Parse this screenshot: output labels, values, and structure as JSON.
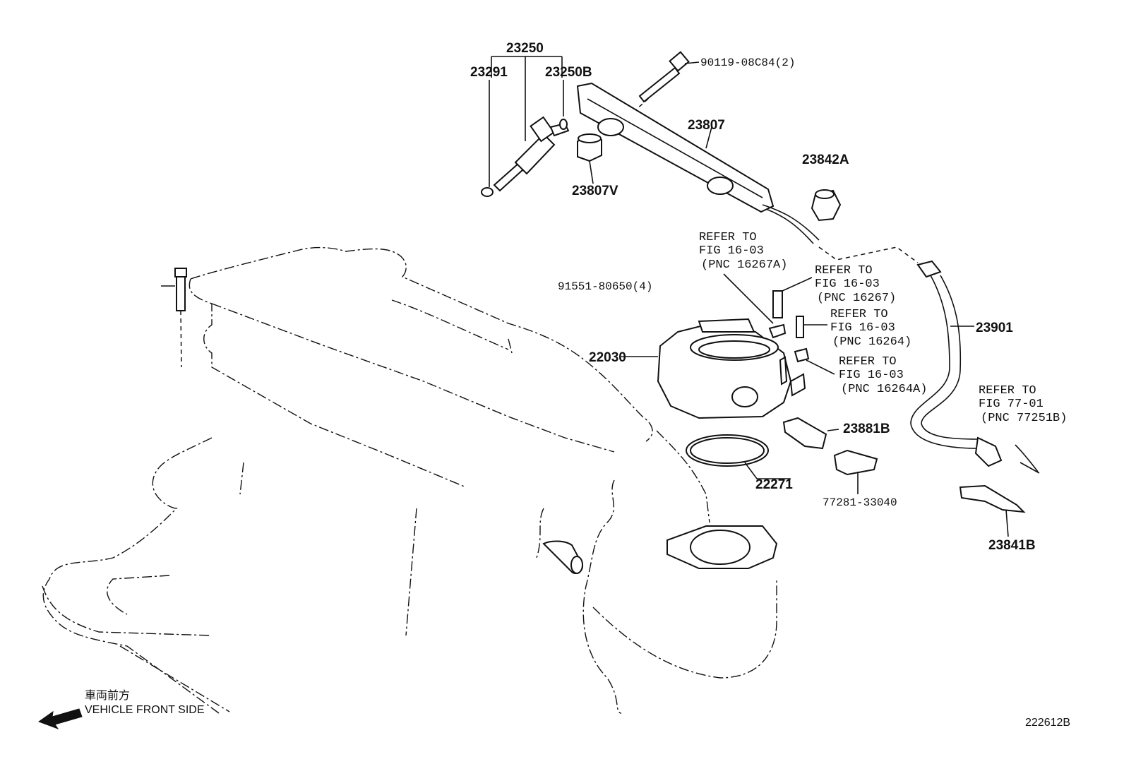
{
  "parts": {
    "p23250": "23250",
    "p23291": "23291",
    "p23250B": "23250B",
    "p90119": "90119-08C84(2)",
    "p23807": "23807",
    "p23807V": "23807V",
    "p23842A": "23842A",
    "p91551": "91551-80650(4)",
    "p22030": "22030",
    "p23901": "23901",
    "p23881B": "23881B",
    "p22271": "22271",
    "p77281": "77281-33040",
    "p23841B": "23841B"
  },
  "refs": [
    {
      "l1": "REFER TO",
      "l2": "FIG 16-03",
      "l3": "(PNC 16267A)"
    },
    {
      "l1": "REFER TO",
      "l2": "FIG 16-03",
      "l3": "(PNC 16267)"
    },
    {
      "l1": "REFER TO",
      "l2": "FIG 16-03",
      "l3": "(PNC 16264)"
    },
    {
      "l1": "REFER TO",
      "l2": "FIG 16-03",
      "l3": "(PNC 16264A)"
    },
    {
      "l1": "REFER TO",
      "l2": "FIG 77-01",
      "l3": "(PNC 77251B)"
    }
  ],
  "orientation": {
    "jp": "車両前方",
    "en": "VEHICLE FRONT SIDE"
  },
  "diagram_id": "222612B",
  "icons": {
    "front_arrow": "front-arrow-icon"
  }
}
